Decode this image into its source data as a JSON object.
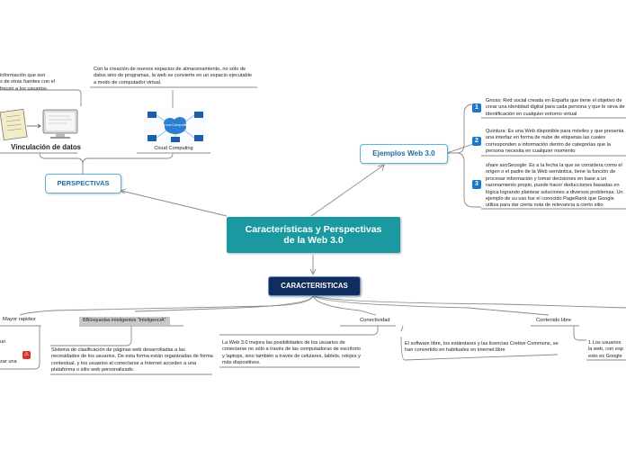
{
  "central": {
    "title": "Características y Perspectivas de la Web 3.0"
  },
  "perspectivas": {
    "label": "PERSPECTIVAS",
    "vinculacion": {
      "label": "Vinculación de datos",
      "text": "información que son\ns de otras fuentes con el\nfrecen a los usuarios."
    },
    "cloud": {
      "label": "Cloud Computing",
      "image_text": "Cloud Computing",
      "text": "Con la creación de nuevos espacios de almacenamiento, no sólo de datos sino de programas, la web se convierte en un espacio ejecutable a modo de computador virtual."
    }
  },
  "ejemplos": {
    "label": "Ejemplos Web 3.0",
    "items": [
      {
        "num": "1",
        "text": "Gnoss: Red social creada en España que tiene el objetivo de crear una identidad digital para cada persona y que le sirva de identificación en cualquier entorno virtual"
      },
      {
        "num": "2",
        "text": "Quintura: Es una Web disponible para móviles y que presenta una interfaz en forma de nube de etiquetas las cuales corresponden a información dentro de categorías que la persona necesita en cualquier momento"
      },
      {
        "num": "3",
        "text": "share asoSeoogle: Es a la fecha la que se considera como el origen o el padre de la Web semántica, tiene la función de procesar información y tomar decisiones en base a un razonamiento propio, puede hacer deducciones basadas en lógica logrando plantear soluciones a diversos problemas. Un ejemplo de su uso fue el conocido PageRank que Google utiliza para dar cierta nota de relevancia a cierto sitio"
      }
    ]
  },
  "caracteristicas": {
    "label": "CARACTERISTICAS",
    "mayor_rapidez": {
      "label": "Mayor rapidez",
      "text1": "un",
      "text2": "zar una"
    },
    "busquedas": {
      "label": "BBúsquedas inteligentes \"InteligenciA\"",
      "text": "Sistema de clasificación de páginas web desarrolladas a las necesidades de los usuarios. De esta forma están organizadas de forma contextual, y los usuarios al conectarse a Internet acceden a una plataforma o sitio web personalizado."
    },
    "conectividad": {
      "label": "Conectividad",
      "text": "La Web 3.0 mejora las posibilidades de los usuarios de conectarse no sólo a través de las computadoras de escritorio y laptops, sino también a través de celulares, tablets, relojes y más dispositivos."
    },
    "contenido_libre": {
      "label": "Contenido libre",
      "text": "El software libre, los estándares y las licencias Cretive Commons, se han convertido en habituales en internet.libre"
    },
    "extra": {
      "text": "1 Los usuarios\nla web, con esp\nesto es Google"
    }
  },
  "colors": {
    "central": "#1a9aa0",
    "dark_node": "#0f2d5e",
    "outline": "#5db3d8",
    "line": "#8a8a8a",
    "number": "#1b78c8"
  }
}
